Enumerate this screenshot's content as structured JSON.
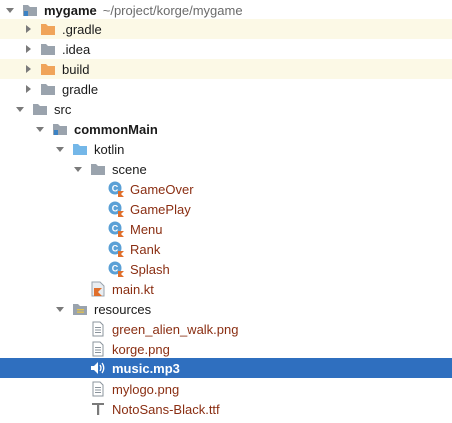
{
  "colors": {
    "selection": "#2f6fbf",
    "excluded_row": "#fcf9e6",
    "folder_gray": "#9aa3ad",
    "folder_orange": "#f0a45a",
    "folder_blue": "#74b7e8",
    "file_text": "#8a2e12"
  },
  "tree": {
    "root": {
      "label": "mygame",
      "path": "~/project/korge/mygame",
      "icon": "module-folder-icon"
    },
    "items": [
      {
        "label": ".gradle",
        "icon": "folder-orange-icon"
      },
      {
        "label": ".idea",
        "icon": "folder-gray-icon"
      },
      {
        "label": "build",
        "icon": "folder-orange-icon"
      },
      {
        "label": "gradle",
        "icon": "folder-gray-icon"
      },
      {
        "label": "src",
        "icon": "folder-gray-icon"
      },
      {
        "label": "commonMain",
        "icon": "module-folder-icon"
      },
      {
        "label": "kotlin",
        "icon": "folder-blue-icon"
      },
      {
        "label": "scene",
        "icon": "folder-gray-icon"
      },
      {
        "label": "GameOver",
        "icon": "kotlin-class-icon"
      },
      {
        "label": "GamePlay",
        "icon": "kotlin-class-icon"
      },
      {
        "label": "Menu",
        "icon": "kotlin-class-icon"
      },
      {
        "label": "Rank",
        "icon": "kotlin-class-icon"
      },
      {
        "label": "Splash",
        "icon": "kotlin-class-icon"
      },
      {
        "label": "main.kt",
        "icon": "kotlin-file-icon"
      },
      {
        "label": "resources",
        "icon": "resources-folder-icon"
      },
      {
        "label": "green_alien_walk.png",
        "icon": "image-file-icon"
      },
      {
        "label": "korge.png",
        "icon": "image-file-icon"
      },
      {
        "label": "music.mp3",
        "icon": "audio-file-icon"
      },
      {
        "label": "mylogo.png",
        "icon": "image-file-icon"
      },
      {
        "label": "NotoSans-Black.ttf",
        "icon": "font-file-icon"
      }
    ]
  }
}
